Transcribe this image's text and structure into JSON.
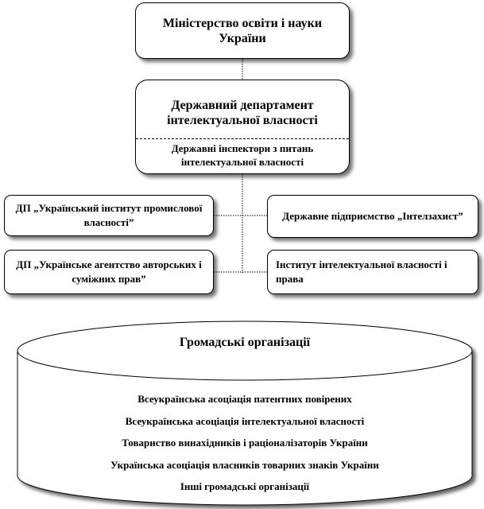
{
  "nodes": {
    "ministry": "Міністерство освіти і науки України",
    "department": "Державний департамент інтелектуальної власності",
    "inspectors": "Державні інспектори з питань інтелектуальної власності",
    "uipv": "ДП „Український інститут промислової власності”",
    "intelzahyst": "Державне підприємство „Інтелзахист”",
    "uaasp": "ДП „Українське агентство авторських і суміжних прав”",
    "institute": "Інститут інтелектуальної власності і права"
  },
  "public_orgs": {
    "title": "Громадські організації",
    "items": [
      "Всеукраїнська асоціація патентних повірених",
      "Всеукраїнська асоціація інтелектуальної власності",
      "Товариство винахідників і раціоналізаторів України",
      "Українська асоціація власників товарних знаків України",
      "Інші громадські організації"
    ]
  }
}
